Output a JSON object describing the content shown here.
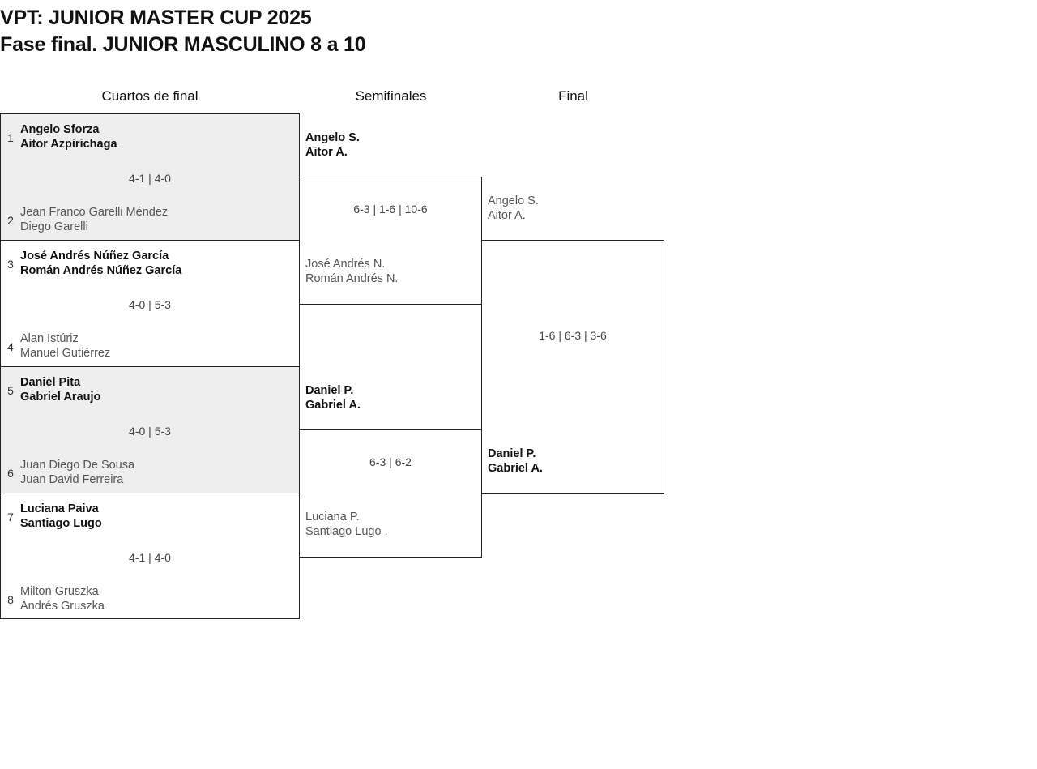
{
  "title": {
    "line1": "VPT: JUNIOR MASTER CUP 2025",
    "line2": "Fase final. JUNIOR MASCULINO 8 a 10"
  },
  "rounds": [
    {
      "name": "Cuartos de final"
    },
    {
      "name": "Semifinales"
    },
    {
      "name": "Final"
    }
  ],
  "colors": {
    "shaded_row": "#eeeeee",
    "border": "#222222",
    "winner_text": "#111111",
    "loser_text": "#555555",
    "score_text": "#444444"
  },
  "quarterfinals": [
    {
      "score": "4-1 | 4-0",
      "top": {
        "seed": "1",
        "player1": "Angelo Sforza",
        "player2": "Aitor Azpirichaga",
        "result": "winner"
      },
      "bottom": {
        "seed": "2",
        "player1": "Jean Franco Garelli Méndez",
        "player2": "Diego Garelli",
        "result": "loser"
      }
    },
    {
      "score": "4-0 | 5-3",
      "top": {
        "seed": "3",
        "player1": "José Andrés Núñez García",
        "player2": "Román Andrés Núñez García",
        "result": "winner"
      },
      "bottom": {
        "seed": "4",
        "player1": "Alan Istúriz",
        "player2": "Manuel Gutiérrez",
        "result": "loser"
      }
    },
    {
      "score": "4-0 | 5-3",
      "top": {
        "seed": "5",
        "player1": "Daniel Pita",
        "player2": "Gabriel Araujo",
        "result": "winner"
      },
      "bottom": {
        "seed": "6",
        "player1": "Juan Diego De Sousa",
        "player2": "Juan David Ferreira",
        "result": "loser"
      }
    },
    {
      "score": "4-1 | 4-0",
      "top": {
        "seed": "7",
        "player1": "Luciana Paiva",
        "player2": "Santiago Lugo",
        "result": "winner"
      },
      "bottom": {
        "seed": "8",
        "player1": "Milton Gruszka",
        "player2": "Andrés Gruszka",
        "result": "loser"
      }
    }
  ],
  "semifinals": [
    {
      "score": "6-3 | 1-6 | 10-6",
      "top": {
        "player1": "Angelo S.",
        "player2": "Aitor A.",
        "result": "winner"
      },
      "bottom": {
        "player1": "José Andrés N.",
        "player2": "Román Andrés N.",
        "result": "loser"
      }
    },
    {
      "score": "6-3 | 6-2",
      "top": {
        "player1": "Daniel P.",
        "player2": "Gabriel A.",
        "result": "winner"
      },
      "bottom": {
        "player1": "Luciana P.",
        "player2": "Santiago Lugo .",
        "result": "loser"
      }
    }
  ],
  "final": {
    "score": "1-6 | 6-3 | 3-6",
    "top": {
      "player1": "Angelo S.",
      "player2": "Aitor A.",
      "result": "loser"
    },
    "bottom": {
      "player1": "Daniel P.",
      "player2": "Gabriel A.",
      "result": "winner"
    }
  }
}
